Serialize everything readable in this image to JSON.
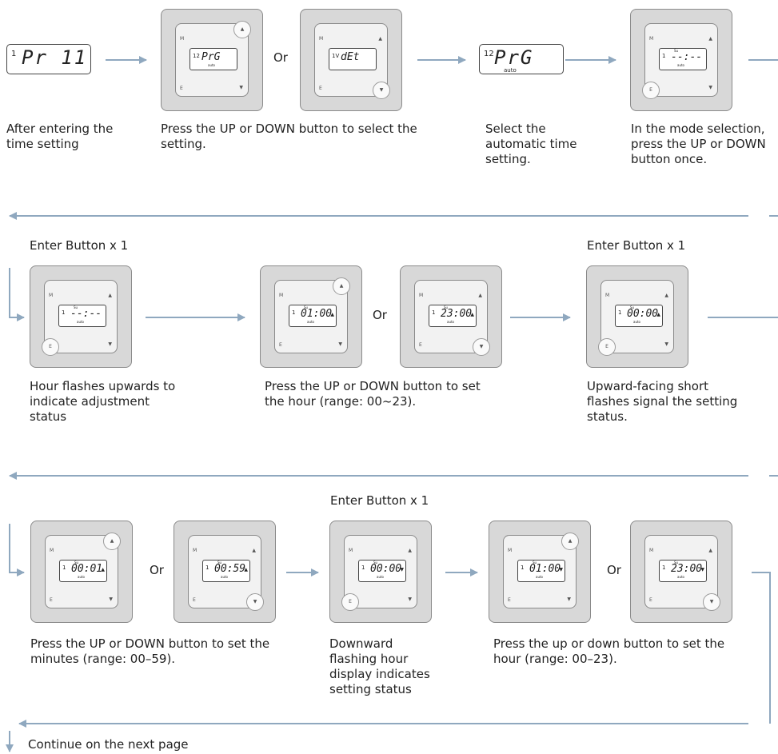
{
  "row1": {
    "lcd_a": {
      "indicator": "1",
      "text": "Pr 11"
    },
    "or_label": "Or",
    "dev_up": {
      "indicator": "12",
      "text": "PrG",
      "sub": "auto",
      "pressed": "▲"
    },
    "dev_down": {
      "indicator": "1V",
      "text": "dEt",
      "pressed": "▼"
    },
    "lcd_b": {
      "indicator": "12",
      "text": "PrG",
      "sub": "auto"
    },
    "dev_mode": {
      "indicator": "1",
      "su": "Su",
      "text": "--:--",
      "sub": "auto",
      "pressed": "E"
    },
    "captions": [
      "After entering the time setting",
      "Press the UP or DOWN button to select the setting.",
      "Select the automatic time setting.",
      "In the mode selection, press the UP or DOWN button once."
    ]
  },
  "row2": {
    "enter_label_1": "Enter Button x 1",
    "enter_label_2": "Enter Button x 1",
    "or_label": "Or",
    "dev_hour": {
      "indicator": "1",
      "su": "Su",
      "text": "--:--",
      "sub": "auto",
      "pressed": "E"
    },
    "dev_up": {
      "indicator": "1",
      "su": "Su",
      "text": "01:00",
      "flag": "▲",
      "sub": "auto",
      "pressed": "▲"
    },
    "dev_down": {
      "indicator": "1",
      "su": "Su",
      "text": "23:00",
      "flag": "▲",
      "sub": "auto",
      "pressed": "▼"
    },
    "dev_enter": {
      "indicator": "1",
      "su": "Su",
      "text": "00:00",
      "flag": "▲",
      "sub": "auto",
      "pressed": "E"
    },
    "captions": [
      "Hour flashes upwards to indicate adjustment status",
      "Press the UP or DOWN button to set the hour (range: 00~23).",
      "Upward-facing short flashes signal the setting status."
    ]
  },
  "row3": {
    "enter_label": "Enter Button x 1",
    "or_label": "Or",
    "dev_up": {
      "indicator": "1",
      "su": "Su",
      "text": "00:01",
      "flag": "▲",
      "sub": "auto",
      "pressed": "▲"
    },
    "dev_down": {
      "indicator": "1",
      "su": "Su",
      "text": "00:59",
      "flag": "▲",
      "sub": "auto",
      "pressed": "▼"
    },
    "dev_enter": {
      "indicator": "1",
      "su": "Su",
      "text": "00:00",
      "flag": "▼",
      "sub": "auto",
      "pressed": "E"
    },
    "dev_up2": {
      "indicator": "1",
      "su": "Su",
      "text": "01:00",
      "flag": "▼",
      "sub": "auto",
      "pressed": "▲"
    },
    "dev_down2": {
      "indicator": "1",
      "su": "Su",
      "text": "23:00",
      "flag": "▼",
      "sub": "auto",
      "pressed": "▼"
    },
    "captions": [
      "Press the UP or DOWN button to set the minutes (range: 00–59).",
      "Downward flashing hour display indicates setting status",
      "Press the up or down button to set the hour (range: 00–23)."
    ]
  },
  "device_labels": {
    "mode": "M",
    "enter": "E",
    "up": "▲",
    "down": "▼"
  },
  "footer": "Continue on the next page",
  "colors": {
    "arrow": "#8fa8bf",
    "device_frame": "#d8d8d8",
    "device_plate": "#f2f2f2",
    "text": "#222222"
  }
}
